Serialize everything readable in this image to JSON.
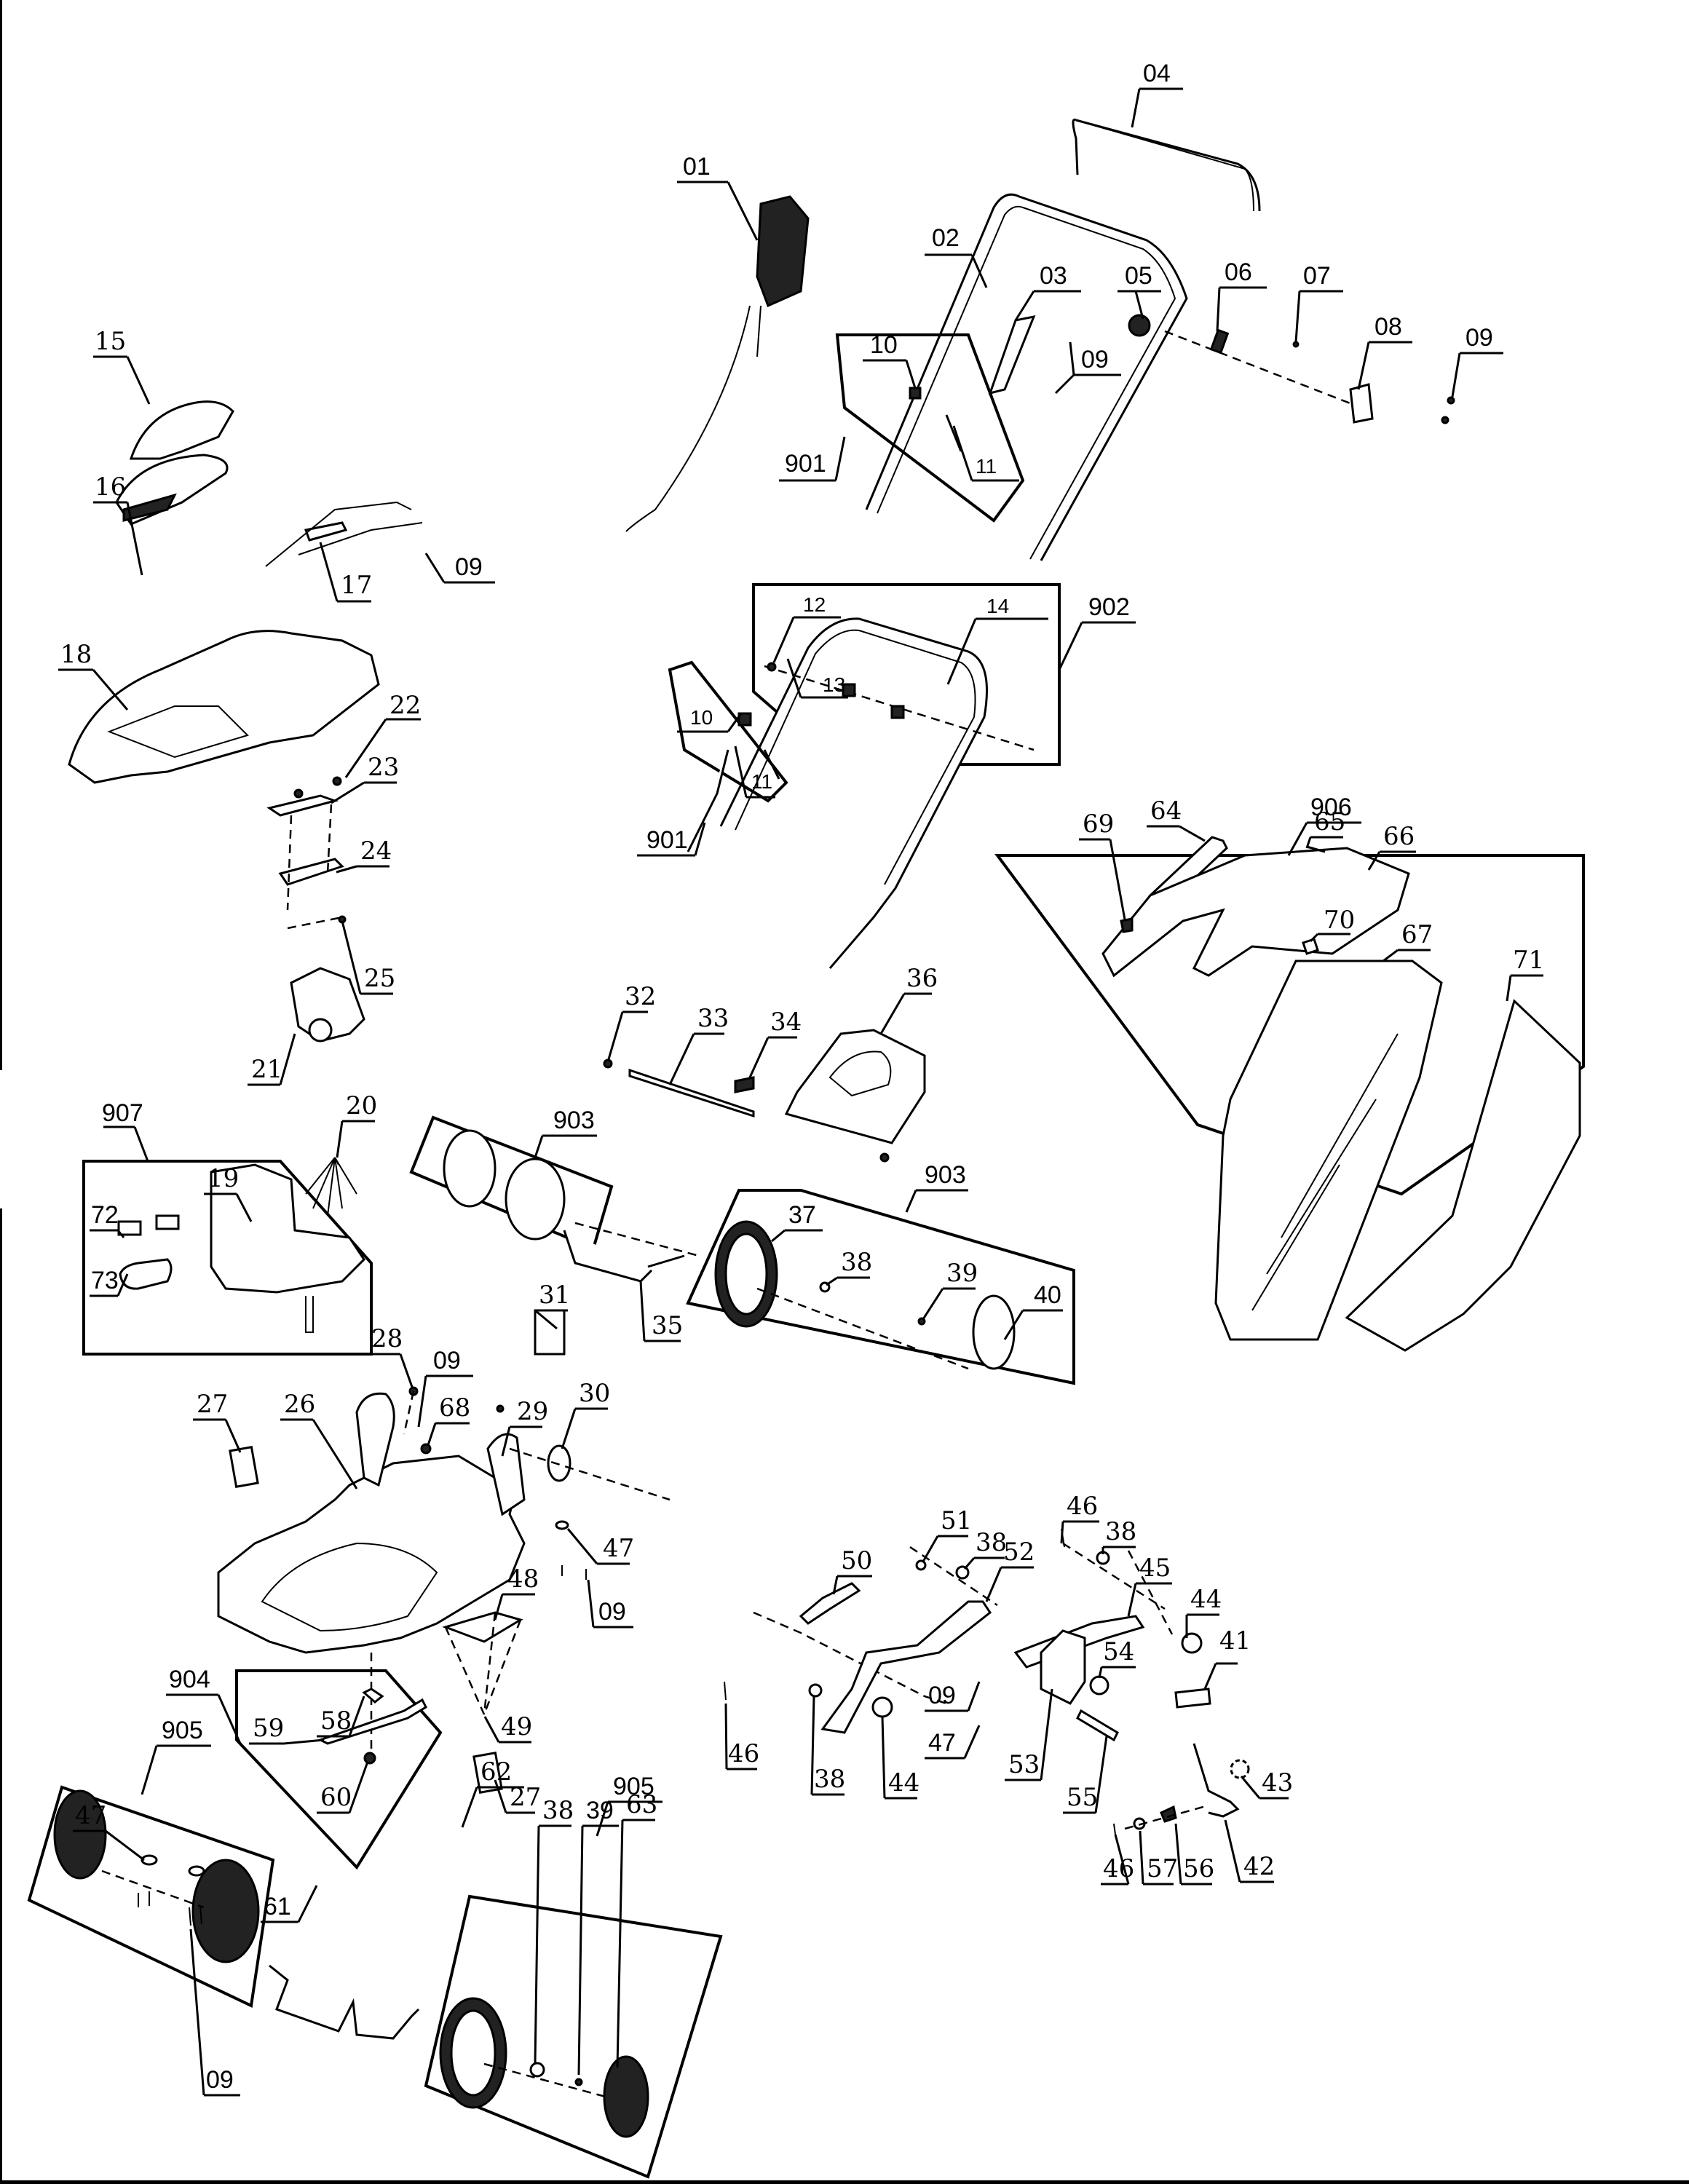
{
  "diagram": {
    "title": "Lawn mower exploded parts diagram",
    "callouts": {
      "p01": "01",
      "p02": "02",
      "p03": "03",
      "p04": "04",
      "p05": "05",
      "p06": "06",
      "p07": "07",
      "p08": "08",
      "p09a": "09",
      "p09b": "09",
      "p09c": "09",
      "p09d": "09",
      "p09e": "09",
      "p09f": "09",
      "p09g": "09",
      "p10a": "10",
      "p10b": "10",
      "p11a": "11",
      "p11b": "11",
      "p12": "12",
      "p13": "13",
      "p14": "14",
      "p15": "15",
      "p16": "16",
      "p17": "17",
      "p18": "18",
      "p19": "19",
      "p20": "20",
      "p21": "21",
      "p22": "22",
      "p23": "23",
      "p24": "24",
      "p25": "25",
      "p26": "26",
      "p27a": "27",
      "p27b": "27",
      "p28": "28",
      "p29": "29",
      "p30": "30",
      "p31": "31",
      "p32": "32",
      "p33": "33",
      "p34": "34",
      "p35": "35",
      "p36": "36",
      "p37": "37",
      "p38a": "38",
      "p38b": "38",
      "p38c": "38",
      "p38d": "38",
      "p38e": "38",
      "p39a": "39",
      "p39b": "39",
      "p40": "40",
      "p41": "41",
      "p42": "42",
      "p43": "43",
      "p44a": "44",
      "p44b": "44",
      "p45": "45",
      "p46a": "46",
      "p46b": "46",
      "p46c": "46",
      "p47a": "47",
      "p47b": "47",
      "p47c": "47",
      "p48": "48",
      "p49": "49",
      "p50": "50",
      "p51": "51",
      "p52": "52",
      "p53": "53",
      "p54": "54",
      "p55": "55",
      "p56": "56",
      "p57": "57",
      "p58": "58",
      "p59": "59",
      "p60": "60",
      "p61": "61",
      "p62": "62",
      "p63": "63",
      "p64": "64",
      "p65": "65",
      "p66": "66",
      "p67": "67",
      "p68": "68",
      "p69": "69",
      "p70": "70",
      "p71": "71",
      "p72": "72",
      "p73": "73"
    },
    "assemblies": {
      "a901a": "901",
      "a901b": "901",
      "a902": "902",
      "a903a": "903",
      "a903b": "903",
      "a904": "904",
      "a905a": "905",
      "a905b": "905",
      "a906": "906",
      "a907": "907"
    }
  }
}
